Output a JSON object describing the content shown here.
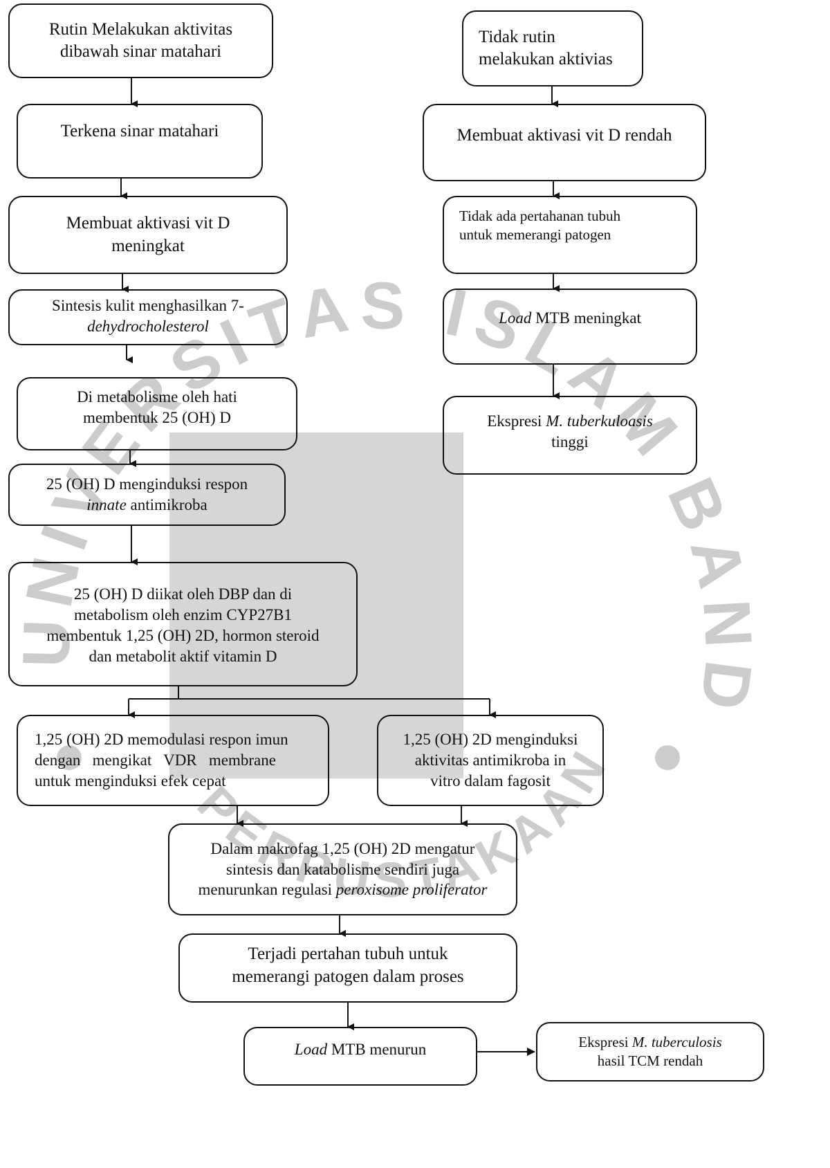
{
  "watermark": {
    "ring_text": "UNIVERSITAS ISLAM BANDUNG",
    "bottom_text": "PERPUSTAKAAN",
    "color": "#c8c8c8"
  },
  "left_flow": {
    "b1": [
      "Rutin Melakukan aktivitas",
      "dibawah sinar matahari"
    ],
    "b2": [
      "Terkena sinar matahari"
    ],
    "b3": [
      "Membuat aktivasi vit D",
      "meningkat"
    ],
    "b4": [
      "Sintesis kulit menghasilkan 7-",
      "dehydrocholesterol"
    ],
    "b5": [
      "Di metabolisme oleh hati",
      "membentuk 25 (OH) D"
    ],
    "b6": [
      "25 (OH) D menginduksi respon",
      "innate antimikroba"
    ],
    "b7": [
      "25 (OH) D diikat oleh DBP dan di",
      "metabolism oleh enzim CYP27B1",
      "membentuk 1,25 (OH) 2D, hormon steroid",
      "dan metabolit aktif vitamin  D"
    ],
    "b8": [
      "1,25 (OH) 2D memodulasi respon imun",
      "dengan   mengikat   VDR   membrane",
      "untuk menginduksi efek cepat"
    ],
    "b9": [
      "1,25 (OH) 2D menginduksi",
      "aktivitas antimikroba in",
      "vitro dalam fagosit"
    ],
    "b10": [
      "Dalam makrofag 1,25 (OH) 2D mengatur",
      "sintesis dan katabolisme sendiri juga",
      "menurunkan regulasi peroxisome proliferator"
    ],
    "b11": [
      "Terjadi pertahan tubuh untuk",
      "memerangi patogen dalam proses"
    ],
    "b12": [
      "Load MTB menurun"
    ],
    "b13": [
      "Ekspresi M. tuberculosis",
      "hasil TCM rendah"
    ]
  },
  "right_flow": {
    "r1": [
      "Tidak rutin",
      "melakukan aktivias"
    ],
    "r2": [
      "Membuat aktivasi vit D rendah"
    ],
    "r3": [
      "Tidak ada pertahanan tubuh",
      "untuk memerangi patogen"
    ],
    "r4": [
      "Load MTB meningkat"
    ],
    "r5": [
      "Ekspresi M. tuberkuloasis",
      "tinggi"
    ]
  }
}
